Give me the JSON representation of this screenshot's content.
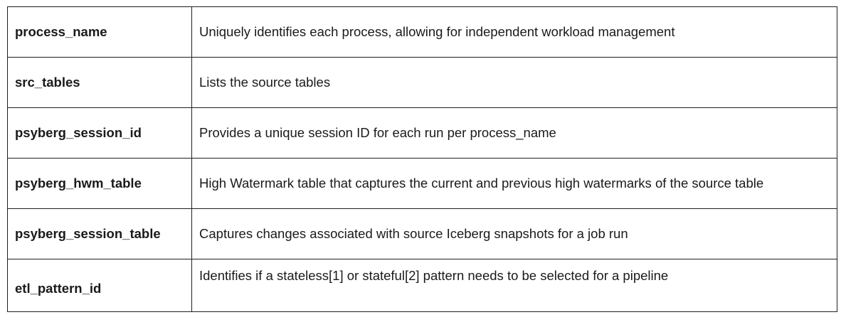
{
  "table": {
    "rows": [
      {
        "name": "process_name",
        "description": "Uniquely identifies each process, allowing for independent workload management"
      },
      {
        "name": "src_tables",
        "description": "Lists the source tables"
      },
      {
        "name": "psyberg_session_id",
        "description": "Provides a unique session ID for each run per process_name"
      },
      {
        "name": "psyberg_hwm_table",
        "description": "High Watermark table that captures the current and previous high watermarks of the source table"
      },
      {
        "name": "psyberg_session_table",
        "description": "Captures changes associated with source Iceberg snapshots for a job run"
      },
      {
        "name": "etl_pattern_id",
        "description": "Identifies if a stateless[1] or stateful[2] pattern needs to be selected for a pipeline"
      }
    ]
  }
}
